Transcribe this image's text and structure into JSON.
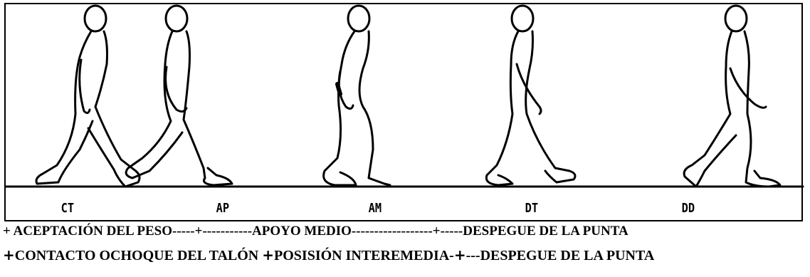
{
  "phases": [
    {
      "code": "CT"
    },
    {
      "code": "AP"
    },
    {
      "code": "AM"
    },
    {
      "code": "DT"
    },
    {
      "code": "DD"
    }
  ],
  "caption_line_1": "+ ACEPTACIÓN DEL PESO-----+-----------APOYO MEDIO------------------+-----DESPEGUE DE LA PUNTA",
  "caption_line_2": {
    "seg1": "CONTACTO OCHOQUE DEL TALÓN ",
    "seg2": "POSISIÓN INTEREMEDIA-",
    "seg3": "---DESPEGUE DE LA PUNTA"
  },
  "colors": {
    "ink": "#000000",
    "paper": "#ffffff"
  }
}
